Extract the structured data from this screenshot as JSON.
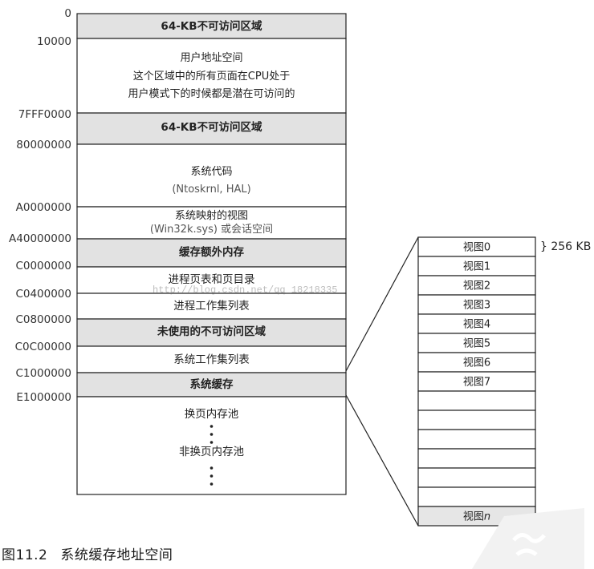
{
  "memory_map": {
    "addresses": [
      "0",
      "10000",
      "7FFF0000",
      "80000000",
      "A0000000",
      "A40000000",
      "C0000000",
      "C0400000",
      "C0800000",
      "C0C00000",
      "C1000000",
      "E1000000"
    ],
    "regions": [
      {
        "lines": [
          "64-KB不可访问区域"
        ],
        "shaded": true
      },
      {
        "lines": [
          "用户地址空间",
          "这个区域中的所有页面在CPU处于",
          "用户模式下的时候都是潜在可访问的"
        ],
        "shaded": false
      },
      {
        "lines": [
          "64-KB不可访问区域"
        ],
        "shaded": true
      },
      {
        "lines": [
          "系统代码",
          "(Ntoskrnl, HAL)"
        ],
        "shaded": false
      },
      {
        "lines": [
          "系统映射的视图",
          "(Win32k.sys) 或会话空间"
        ],
        "shaded": false
      },
      {
        "lines": [
          "缓存额外内存"
        ],
        "shaded": true
      },
      {
        "lines": [
          "进程页表和页目录"
        ],
        "shaded": false
      },
      {
        "lines": [
          "进程工作集列表"
        ],
        "shaded": false
      },
      {
        "lines": [
          "未使用的不可访问区域"
        ],
        "shaded": true
      },
      {
        "lines": [
          "系统工作集列表"
        ],
        "shaded": false
      },
      {
        "lines": [
          "系统缓存"
        ],
        "shaded": true
      },
      {
        "lines": [
          "换页内存池",
          "非换页内存池"
        ],
        "shaded": false
      }
    ],
    "shade_color": "#e2e2e2"
  },
  "views": {
    "labels": [
      "视图0",
      "视图1",
      "视图2",
      "视图3",
      "视图4",
      "视图5",
      "视图6",
      "视图7",
      "",
      "",
      "",
      "",
      "",
      "",
      "视图n"
    ],
    "size_label": "} 256 KB"
  },
  "watermark": "http://blog.csdn.net/qq_18218335",
  "caption": {
    "number": "图11.2",
    "title": "系统缓存地址空间"
  }
}
